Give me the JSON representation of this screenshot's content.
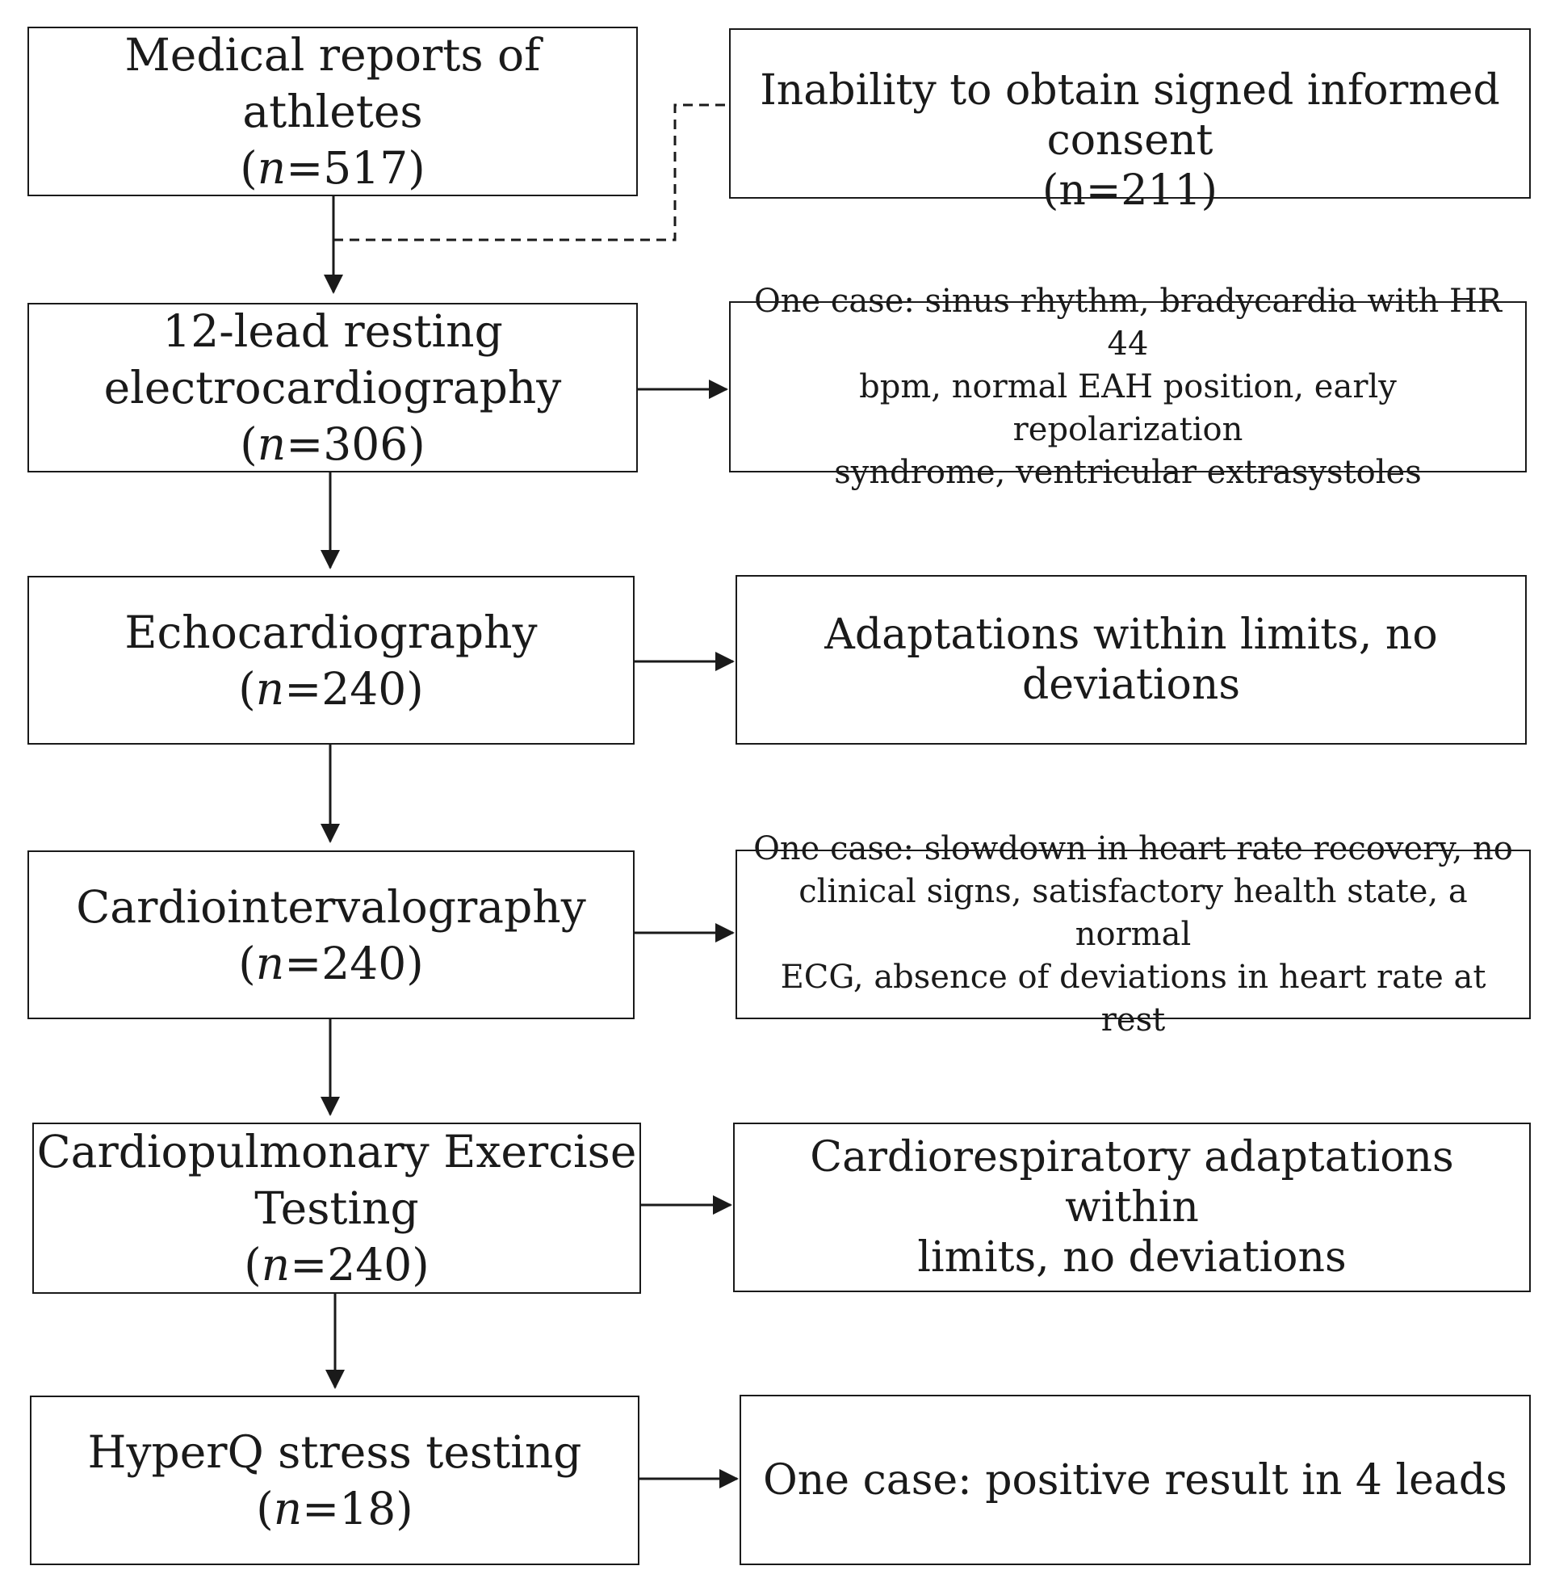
{
  "colors": {
    "stroke": "#1a1a1a",
    "background": "#ffffff"
  },
  "steps": [
    {
      "id": "medical-reports",
      "title_lines": [
        "Medical reports of athletes"
      ],
      "n_letter": "n",
      "n_value": "=517",
      "outcome": {
        "lines": [
          "Inability to obtain signed informed consent",
          "(n=211)"
        ],
        "connector": "dashed"
      }
    },
    {
      "id": "ecg",
      "title_lines": [
        "12-lead resting",
        "electrocardiography"
      ],
      "n_letter": "n",
      "n_value": "=306",
      "outcome": {
        "lines": [
          "One case: sinus rhythm, bradycardia with HR 44",
          "bpm, normal EAH position, early repolarization",
          "syndrome, ventricular extrasystoles"
        ],
        "connector": "arrow"
      }
    },
    {
      "id": "echo",
      "title_lines": [
        "Echocardiography"
      ],
      "n_letter": "n",
      "n_value": "=240",
      "outcome": {
        "lines": [
          "Adaptations within limits, no deviations"
        ],
        "connector": "arrow"
      }
    },
    {
      "id": "cig",
      "title_lines": [
        "Cardiointervalography"
      ],
      "n_letter": "n",
      "n_value": "=240",
      "outcome": {
        "lines": [
          "One case: slowdown in heart rate recovery, no",
          "clinical signs, satisfactory health state, a normal",
          "ECG, absence of deviations in heart rate at rest"
        ],
        "connector": "arrow"
      }
    },
    {
      "id": "cpet",
      "title_lines": [
        "Cardiopulmonary Exercise",
        "Testing"
      ],
      "n_letter": "n",
      "n_value": "=240",
      "outcome": {
        "lines": [
          "Cardiorespiratory adaptations within",
          "limits, no deviations"
        ],
        "connector": "arrow"
      }
    },
    {
      "id": "hyperq",
      "title_lines": [
        "HyperQ stress testing"
      ],
      "n_letter": "n",
      "n_value": "=18",
      "outcome": {
        "lines": [
          "One case: positive result in 4 leads"
        ],
        "connector": "arrow"
      }
    }
  ]
}
